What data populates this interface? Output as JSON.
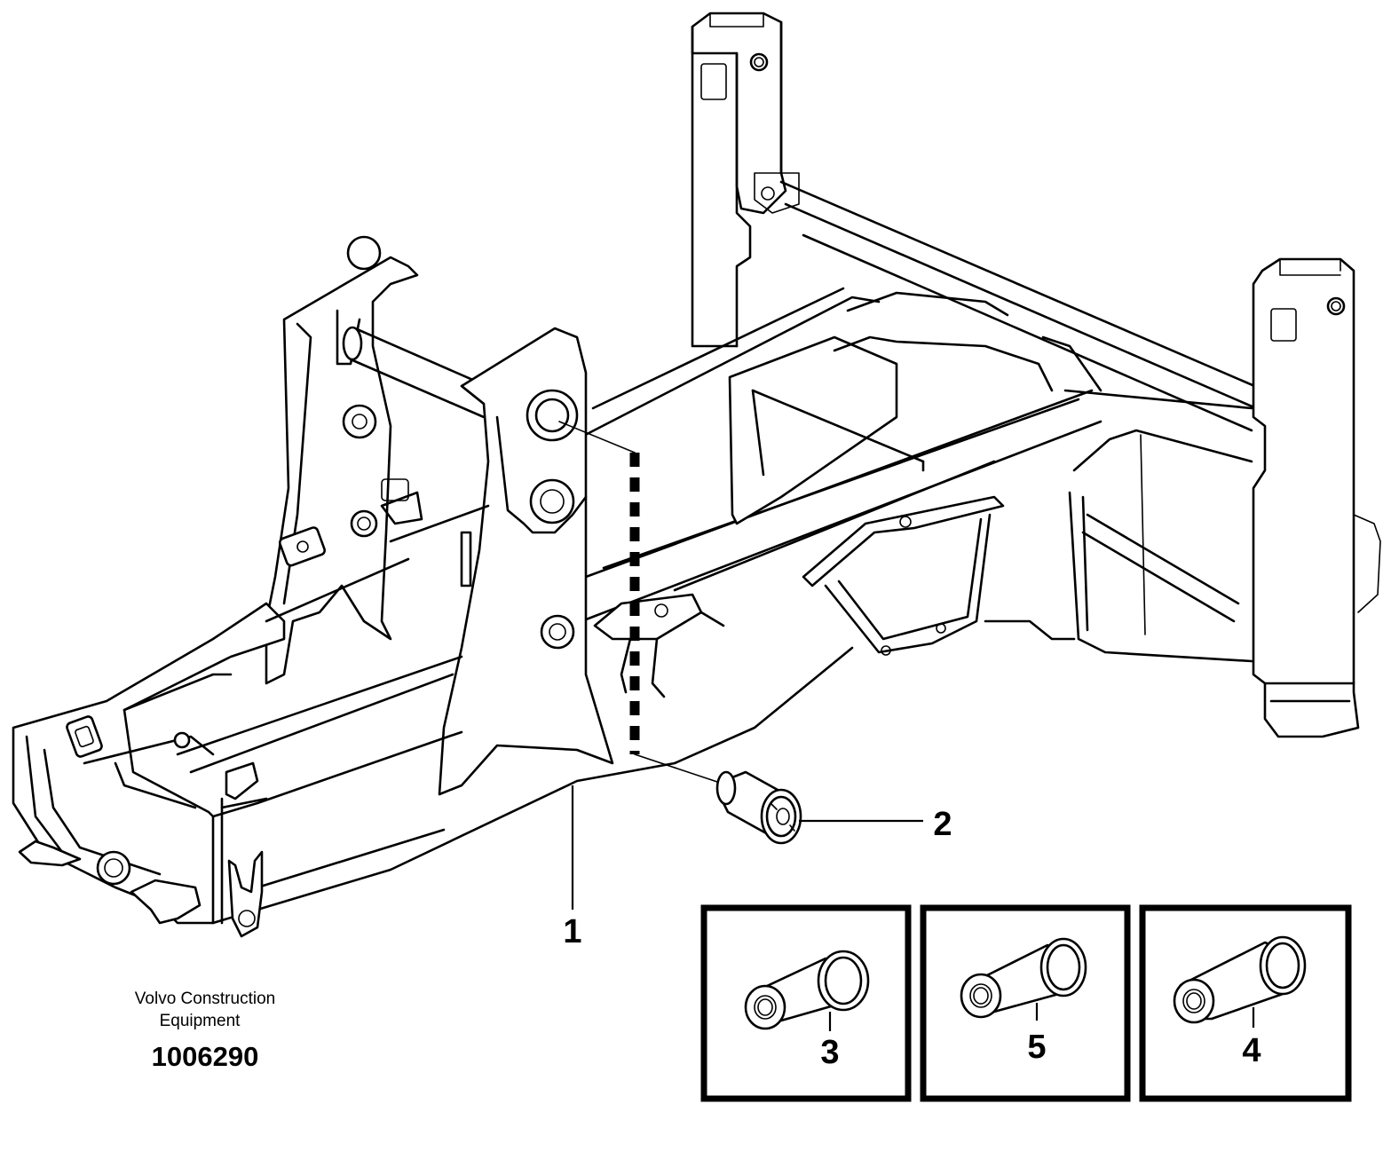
{
  "callouts": {
    "c1": "1",
    "c2": "2",
    "c3": "3",
    "c4": "4",
    "c5": "5"
  },
  "footer": {
    "brand_line1": "Volvo Construction",
    "brand_line2": "Equipment",
    "part_number": "1006290"
  }
}
